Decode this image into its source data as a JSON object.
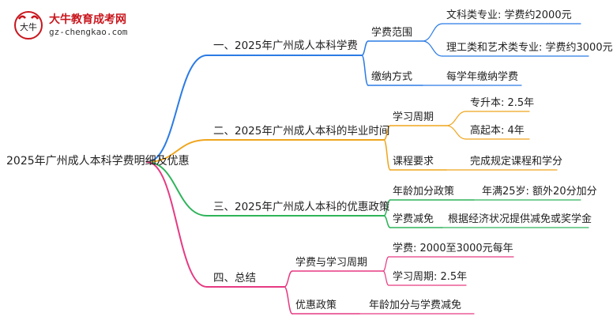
{
  "logo": {
    "brand": "大牛教育成考网",
    "url": "gz-chengkao.com",
    "mark_text": "大牛"
  },
  "colors": {
    "blue": "#2b7be5",
    "orange": "#efa51c",
    "green": "#2fb35a",
    "pink": "#e63a82"
  },
  "root": {
    "label": "2025年广州成人本科学费明细及优惠"
  },
  "branches": [
    {
      "label": "一、2025年广州成人本科学费",
      "children": [
        {
          "label": "学费范围",
          "items": [
            "文科类专业: 学费约2000元",
            "理工类和艺术类专业: 学费约3000元"
          ]
        },
        {
          "label": "缴纳方式",
          "items": [
            "每学年缴纳学费"
          ]
        }
      ]
    },
    {
      "label": "二、2025年广州成人本科的毕业时间",
      "children": [
        {
          "label": "学习周期",
          "items": [
            "专升本: 2.5年",
            "高起本: 4年"
          ]
        },
        {
          "label": "课程要求",
          "items": [
            "完成规定课程和学分"
          ]
        }
      ]
    },
    {
      "label": "三、2025年广州成人本科的优惠政策",
      "children": [
        {
          "label": "年龄加分政策",
          "items": [
            "年满25岁: 额外20分加分"
          ]
        },
        {
          "label": "学费减免",
          "items": [
            "根据经济状况提供减免或奖学金"
          ]
        }
      ]
    },
    {
      "label": "四、总结",
      "children": [
        {
          "label": "学费与学习周期",
          "items": [
            "学费: 2000至3000元每年",
            "学习周期: 2.5年"
          ]
        },
        {
          "label": "优惠政策",
          "items": [
            "年龄加分与学费减免"
          ]
        }
      ]
    }
  ]
}
